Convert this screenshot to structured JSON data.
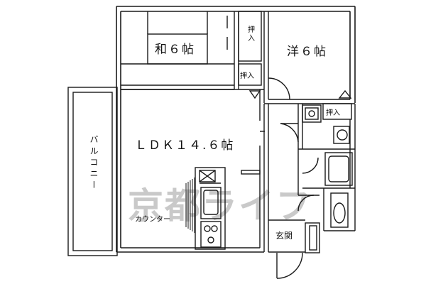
{
  "rooms": {
    "washitsu": "和６帖",
    "youshitsu": "洋６帖",
    "ldk": "ＬＤＫ１４.６帖",
    "balcony": "バルコニー",
    "genkan": "玄関",
    "counter": "カウンター"
  },
  "closets": {
    "top": "押入",
    "middle": "押入",
    "right": "押入"
  },
  "watermark": "京都ライフ",
  "colors": {
    "line": "#1a1a1a",
    "watermark": "#c9c9c9"
  }
}
